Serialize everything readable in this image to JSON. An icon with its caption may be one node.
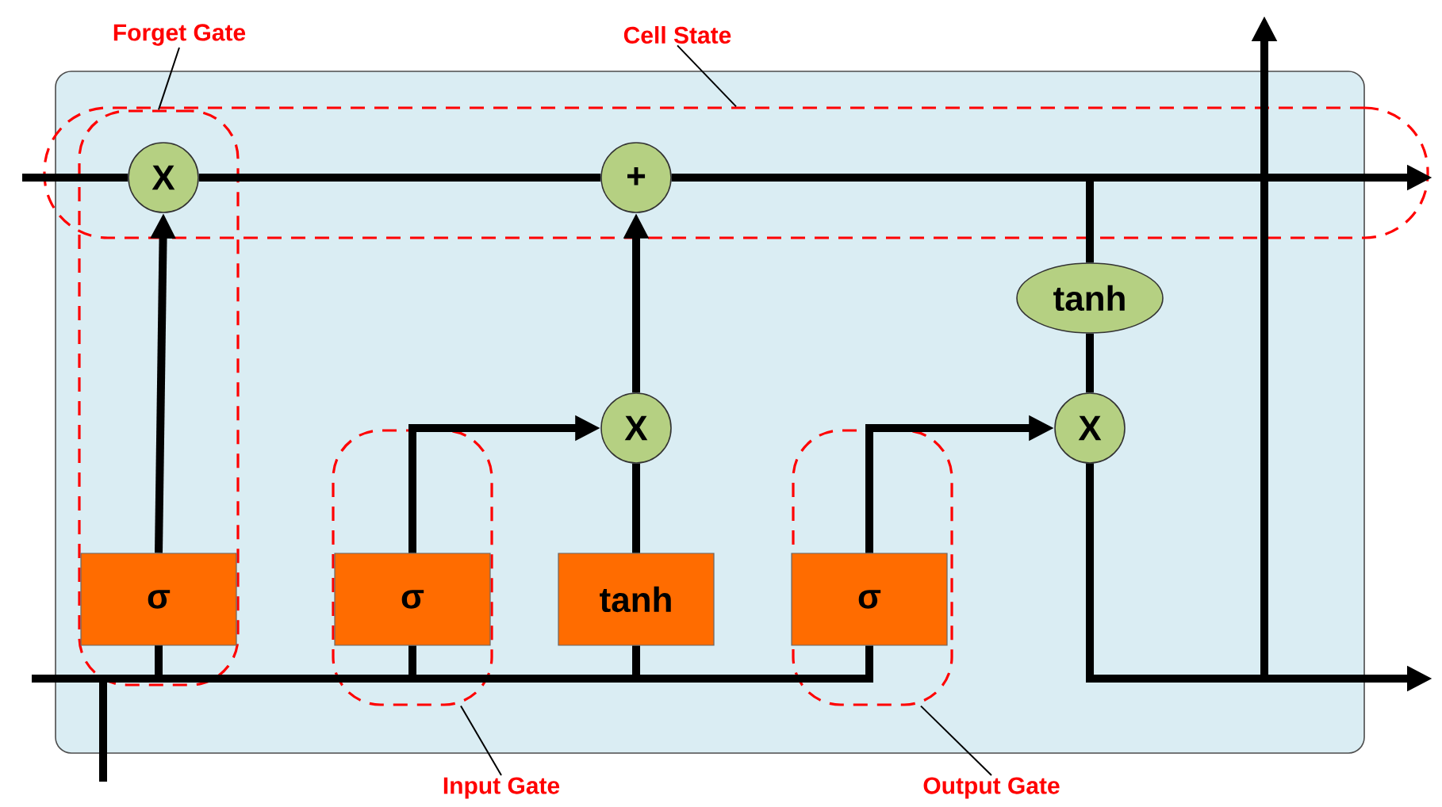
{
  "diagram": {
    "nodes": [
      {
        "text": [
          "Forget Gate"
        ]
      },
      {
        "text": [
          "Cell State"
        ]
      },
      {
        "text": [],
        "shape": "box"
      },
      {
        "text": [],
        "shape": "box"
      },
      {
        "text": [
          "X"
        ]
      },
      {
        "text": [
          "+"
        ],
        "in": 3
      },
      {
        "text": [
          "tanh"
        ]
      },
      {
        "text": [
          "X"
        ]
      },
      {
        "text": [
          "X"
        ]
      },
      {
        "text": [],
        "shape": "box"
      },
      {
        "text": [
          "σ"
        ],
        "in": 2
      },
      {
        "text": [
          "σ"
        ],
        "in": 9
      },
      {
        "text": [
          "tanh"
        ]
      },
      {
        "text": [],
        "shape": "box"
      },
      {
        "text": [
          "σ"
        ],
        "in": 13
      },
      {
        "text": [
          "Input Gate"
        ]
      },
      {
        "text": [
          "Output Gate"
        ]
      }
    ],
    "edges": [
      {
        "from": null,
        "to": 4,
        "arrow": "none"
      },
      {
        "from": 4,
        "to": 5,
        "arrow": "none"
      },
      {
        "from": 5,
        "to": null,
        "arrow": "to"
      },
      {
        "from": 5,
        "to": 6,
        "arrow": "none"
      },
      {
        "from": 10,
        "to": 4,
        "arrow": "to"
      },
      {
        "from": 11,
        "to": 7,
        "arrow": "to"
      },
      {
        "from": 12,
        "to": 7,
        "arrow": "none"
      },
      {
        "from": 7,
        "to": 5,
        "arrow": "to"
      },
      {
        "from": 14,
        "to": 8,
        "arrow": "to"
      },
      {
        "from": 6,
        "to": 8,
        "arrow": "none"
      },
      {
        "from": 8,
        "to": null,
        "arrow": "to"
      },
      {
        "from": 8,
        "to": null,
        "arrow": "to"
      },
      {
        "from": null,
        "to": 10,
        "arrow": "none"
      },
      {
        "from": null,
        "to": 11,
        "arrow": "none"
      },
      {
        "from": null,
        "to": 12,
        "arrow": "none"
      },
      {
        "from": null,
        "to": 14,
        "arrow": "none"
      },
      {
        "from": null,
        "to": 10,
        "arrow": "none"
      },
      {
        "from": 0,
        "to": 2,
        "arrow": "none"
      },
      {
        "from": 1,
        "to": 3,
        "arrow": "none"
      },
      {
        "from": 15,
        "to": 9,
        "arrow": "none"
      },
      {
        "from": 16,
        "to": 13,
        "arrow": "none"
      }
    ]
  }
}
